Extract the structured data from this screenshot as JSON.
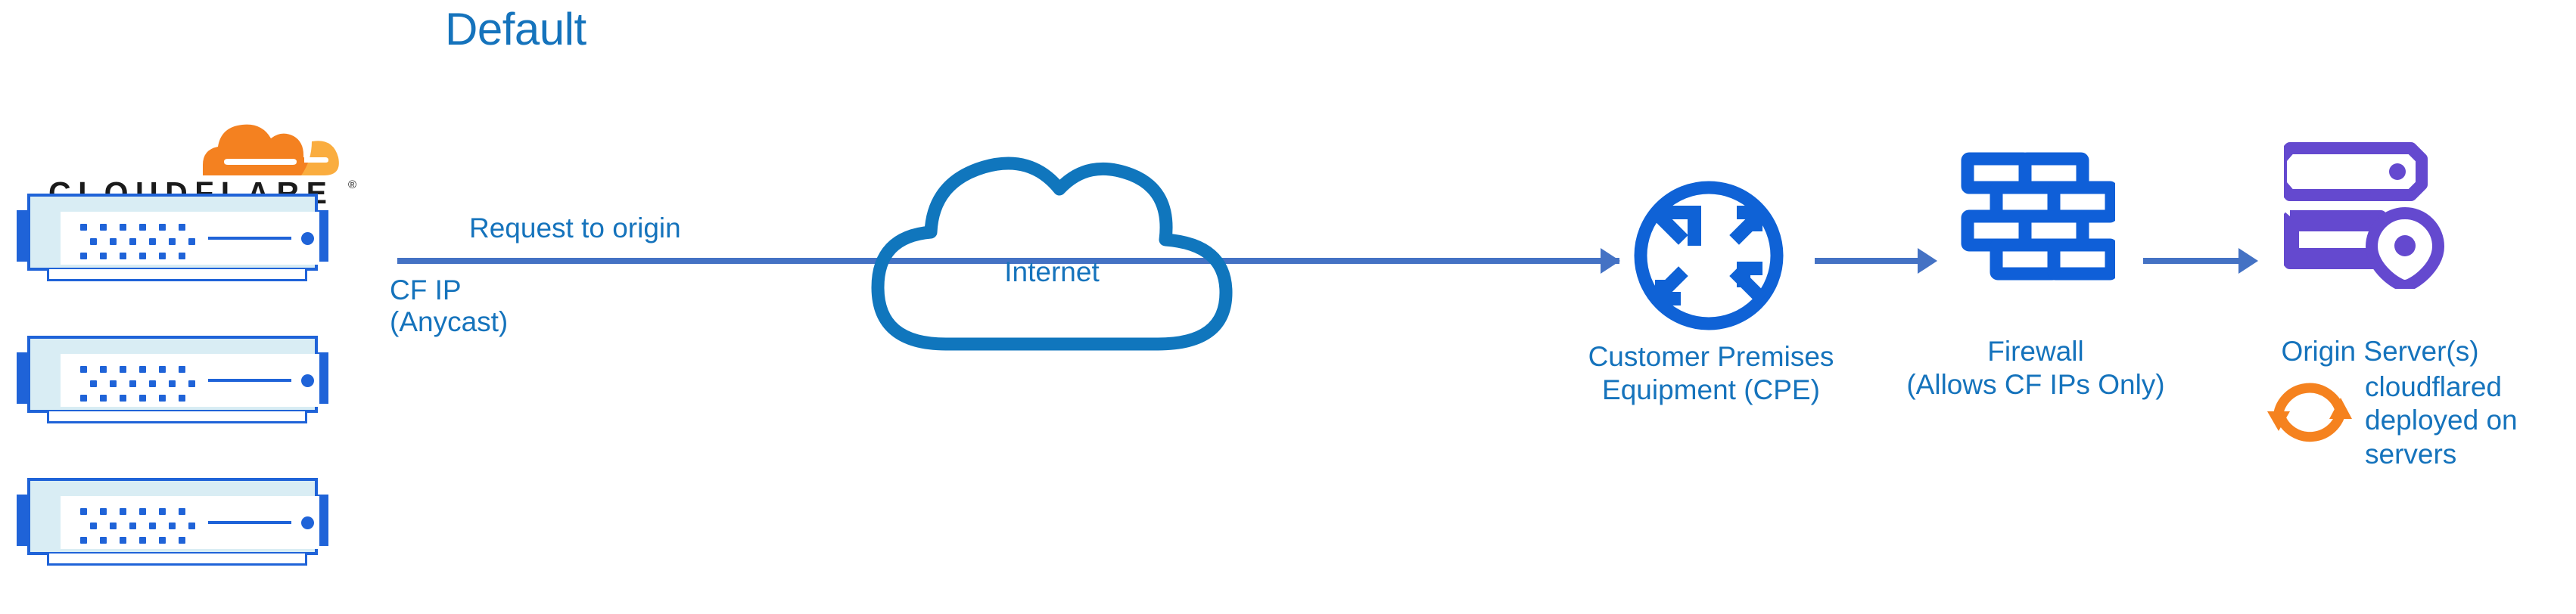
{
  "diagram": {
    "title": "Default",
    "title_color": "#1573bc",
    "background": "#ffffff"
  },
  "brand": {
    "name": "CLOUDFLARE",
    "registered_mark": "®",
    "logo_orange_dark": "#f48120",
    "logo_orange_light": "#faad3f",
    "server_blue": "#1f63d8",
    "server_body_fill": "#d9edf4"
  },
  "nodes": {
    "cloudflare_edge": {
      "label": "CLOUDFLARE",
      "server_count": 3
    },
    "internet": {
      "label": "Internet",
      "color": "#1076bd"
    },
    "cpe": {
      "label_line1": "Customer Premises",
      "label_line2": "Equipment (CPE)",
      "icon_color": "#0f62d6"
    },
    "firewall": {
      "label_line1": "Firewall",
      "label_line2": "(Allows CF IPs Only)",
      "icon_color": "#0f5fd8"
    },
    "origin": {
      "label": "Origin Server(s)",
      "icon_color": "#6449cf"
    },
    "cloudflared": {
      "label_line1": "cloudflared",
      "label_line2": "deployed on",
      "label_line3": "servers",
      "icon_color": "#f5821f"
    }
  },
  "edges": {
    "request_to_origin": {
      "label": "Request to origin",
      "sub_label_line1": "CF IP",
      "sub_label_line2": "(Anycast)",
      "color": "#4472c4"
    },
    "cpe_to_firewall": {
      "color": "#4472c4"
    },
    "firewall_to_origin": {
      "color": "#4472c4"
    }
  }
}
